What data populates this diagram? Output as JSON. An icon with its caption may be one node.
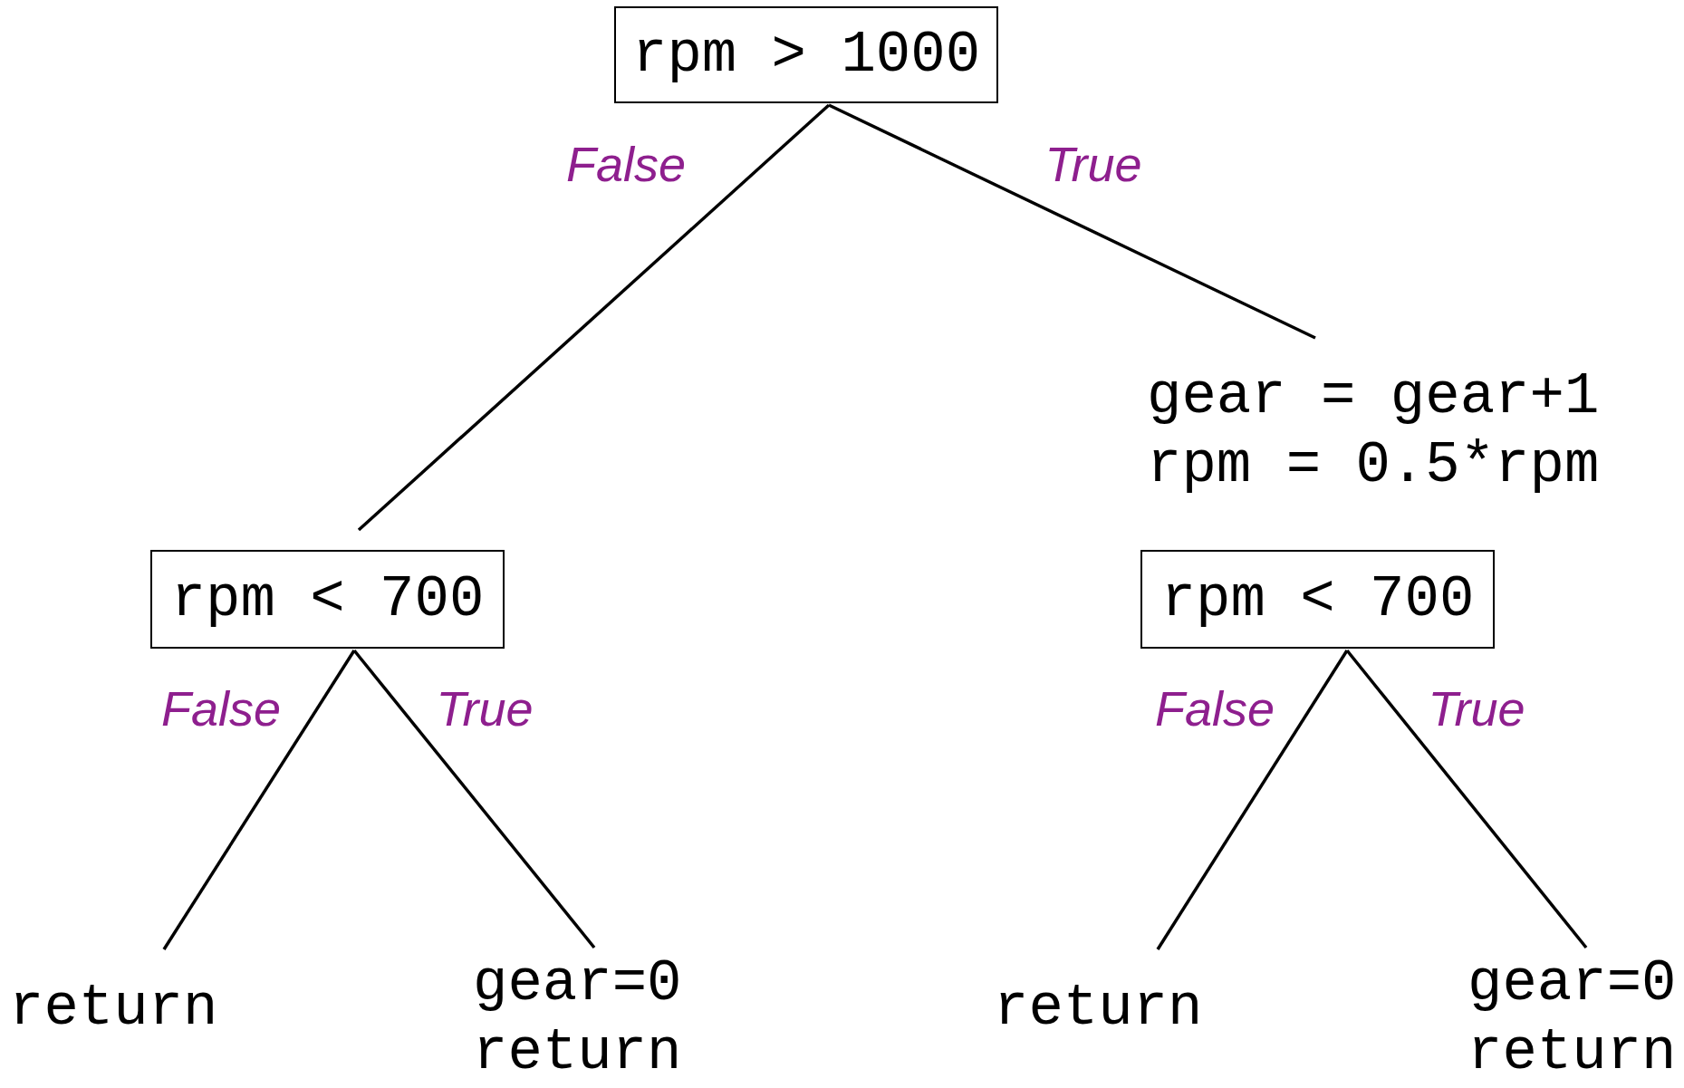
{
  "diagram": {
    "nodes": [
      {
        "text": [
          "rpm > 1000"
        ]
      },
      {
        "text": [
          "rpm < 700"
        ]
      },
      {
        "text": [
          "gear = gear+1",
          "rpm = 0.5*rpm"
        ]
      },
      {
        "text": [
          "rpm < 700"
        ]
      },
      {
        "text": [
          "return"
        ]
      },
      {
        "text": [
          "gear=0",
          "return"
        ]
      },
      {
        "text": [
          "return"
        ]
      },
      {
        "text": [
          "gear=0",
          "return"
        ]
      }
    ],
    "edges": [
      {
        "from": 0,
        "to": 1,
        "arrow": "none",
        "label": "False"
      },
      {
        "from": 0,
        "to": 2,
        "arrow": "none",
        "label": "True"
      },
      {
        "from": 1,
        "to": 4,
        "arrow": "none",
        "label": "False"
      },
      {
        "from": 1,
        "to": 5,
        "arrow": "none",
        "label": "True"
      },
      {
        "from": 3,
        "to": 6,
        "arrow": "none",
        "label": "False"
      },
      {
        "from": 3,
        "to": 7,
        "arrow": "none",
        "label": "True"
      }
    ]
  }
}
